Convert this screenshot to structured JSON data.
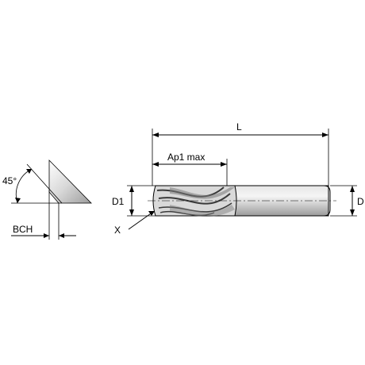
{
  "labels": {
    "length": "L",
    "cut_depth": "Ap1 max",
    "cut_diameter": "D1",
    "shank_diameter": "D",
    "corner_mark": "X",
    "angle": "45°",
    "chamfer": "BCH"
  },
  "colors": {
    "line": "#000000",
    "tool_fill": "#cfcfcf",
    "tool_highlight": "#f2f2f2",
    "flute_dark": "#5a5a5a"
  }
}
